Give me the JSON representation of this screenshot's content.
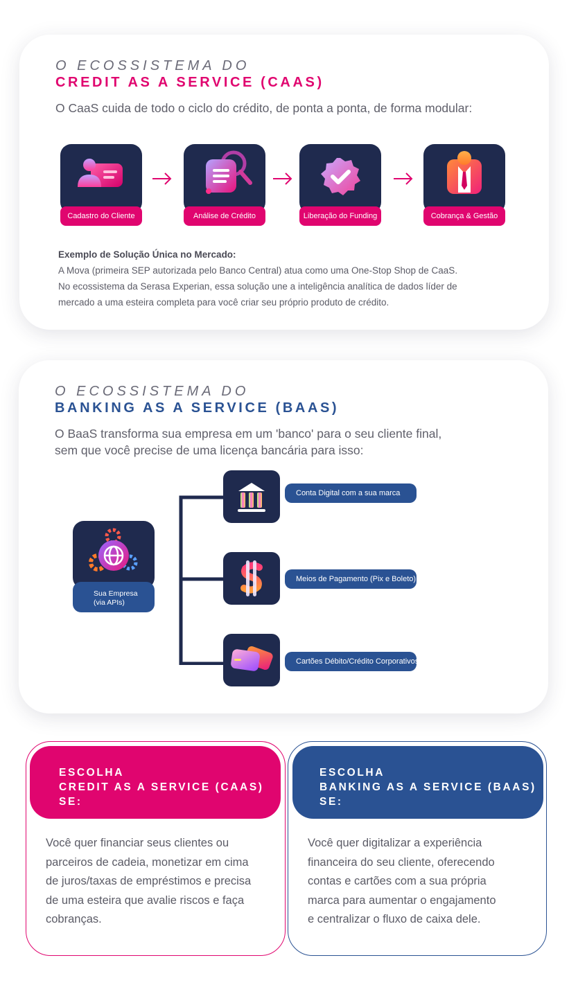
{
  "caas": {
    "eyebrow": "O ECOSSISTEMA DO",
    "title": "CREDIT AS A SERVICE (CAAS)",
    "lead": "O CaaS cuida de todo o ciclo do crédito, de ponta a ponta, de forma modular:",
    "steps": [
      {
        "label": "Cadastro do Cliente",
        "icon": "id-card-icon"
      },
      {
        "label": "Análise de Crédito",
        "icon": "document-search-icon"
      },
      {
        "label": "Liberação do Funding",
        "icon": "check-badge-icon"
      },
      {
        "label": "Cobrança & Gestão",
        "icon": "businessman-icon"
      }
    ],
    "arrow_icon": "arrow-right-icon",
    "example_title": "Exemplo de Solução Única no Mercado:",
    "example_lines": [
      "A Mova (primeira SEP autorizada pelo Banco Central) atua como uma One-Stop Shop de CaaS.",
      "No ecossistema da Serasa Experian, essa solução une a inteligência analítica de dados líder de",
      "mercado a uma esteira completa para você criar seu próprio produto de crédito."
    ]
  },
  "baas": {
    "eyebrow": "O ECOSSISTEMA DO",
    "title": "BANKING AS A SERVICE (BAAS)",
    "lead_lines": [
      "O BaaS transforma sua empresa em um 'banco' para o seu cliente final,",
      "sem que você precise de uma licença bancária para isso:"
    ],
    "hub": {
      "line1": "Sua Empresa",
      "line2": "(via APIs)",
      "icon": "globe-gears-icon"
    },
    "branches": [
      {
        "label": "Conta Digital com a sua marca",
        "icon": "bank-icon"
      },
      {
        "label": "Meios de Pagamento (Pix e Boleto)",
        "icon": "dollar-icon"
      },
      {
        "label": "Cartões Débito/Crédito Corporativos",
        "icon": "cards-icon"
      }
    ]
  },
  "choose": {
    "caas": {
      "head_lines": [
        "ESCOLHA",
        "CREDIT AS A SERVICE (CAAS)",
        "SE:"
      ],
      "body_lines": [
        "Você quer financiar seus clientes ou",
        "parceiros de cadeia, monetizar em cima",
        "de juros/taxas de empréstimos e precisa",
        "de uma esteira que avalie riscos e faça",
        "cobranças."
      ]
    },
    "baas": {
      "head_lines": [
        "ESCOLHA",
        "BANKING AS A SERVICE (BAAS)",
        "SE:"
      ],
      "body_lines": [
        "Você quer digitalizar a experiência",
        "financeira do seu cliente, oferecendo",
        "contas e cartões com a sua própria",
        "marca para aumentar o engajamento",
        "e centralizar o fluxo de caixa dele."
      ]
    }
  },
  "colors": {
    "pink": "#e0056f",
    "blue": "#2a5293",
    "navy": "#1f2a4e"
  }
}
